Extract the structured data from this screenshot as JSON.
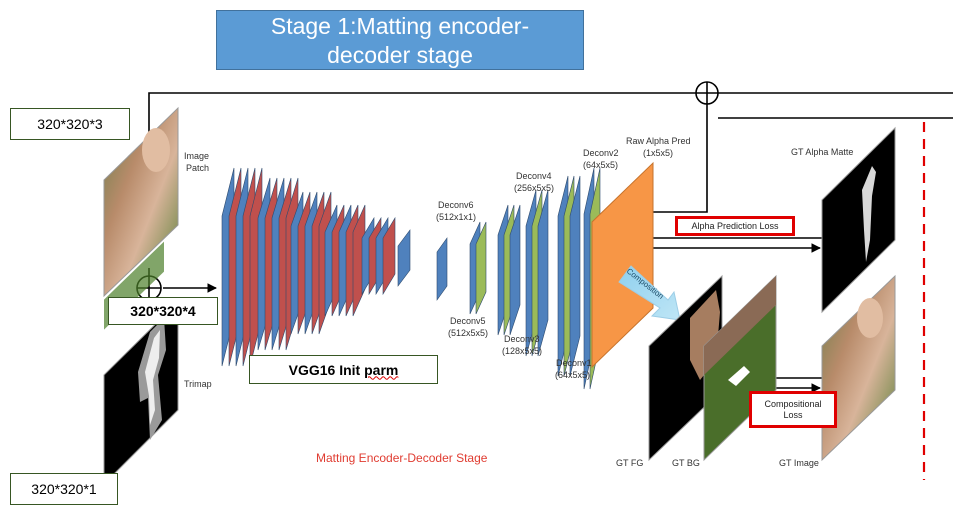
{
  "title": {
    "line1": "Stage 1:Matting encoder-",
    "line2": "decoder stage"
  },
  "dims": {
    "input_rgb": "320*320*3",
    "input_concat": "320*320*4",
    "input_trimap": "320*320*1"
  },
  "vgg": {
    "text_prefix": "VGG16 Init ",
    "text_word": "parm"
  },
  "labels": {
    "image_patch_1": "Image",
    "image_patch_2": "Patch",
    "trimap": "Trimap",
    "deconv6_1": "Deconv6",
    "deconv6_2": "(512x1x1)",
    "deconv5_1": "Deconv5",
    "deconv5_2": "(512x5x5)",
    "deconv4_1": "Deconv4",
    "deconv4_2": "(256x5x5)",
    "deconv3_1": "Deconv3",
    "deconv3_2": "(128x5x5)",
    "deconv2_1": "Deconv2",
    "deconv2_2": "(64x5x5)",
    "deconv1_1": "Deconv1",
    "deconv1_2": "(64x5x5)",
    "raw_alpha_1": "Raw Alpha Pred",
    "raw_alpha_2": "(1x5x5)",
    "composition": "Composition",
    "gt_alpha_matte": "GT Alpha Matte",
    "gt_fg": "GT FG",
    "gt_bg": "GT BG",
    "gt_image": "GT Image",
    "stage_caption": "Matting Encoder-Decoder Stage"
  },
  "losses": {
    "alpha_prediction": "Alpha Prediction Loss",
    "compositional_1": "Compositional",
    "compositional_2": "Loss"
  },
  "colors": {
    "title_fill": "#5b9bd5",
    "encoder_red": "#c0504d",
    "encoder_blue": "#4f81bd",
    "decoder_green": "#9bbb59",
    "output_orange": "#f79646",
    "loss_border": "#e00000",
    "caption_red": "#e03c31",
    "box_border": "#375623"
  }
}
